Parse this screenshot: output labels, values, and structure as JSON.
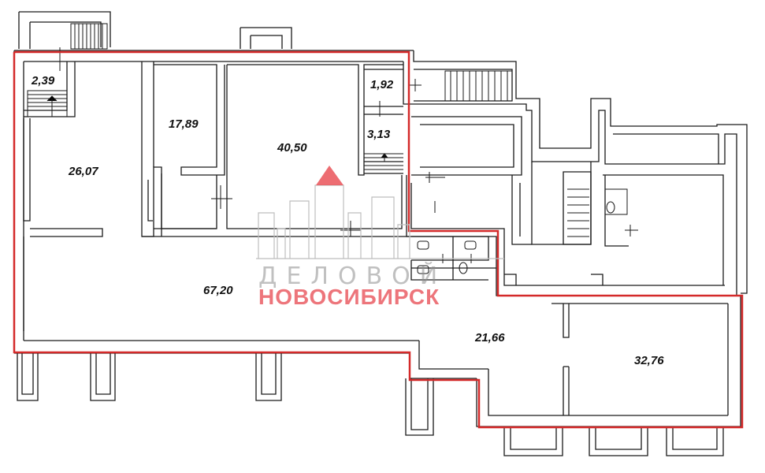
{
  "plan": {
    "rooms": [
      {
        "id": "r1",
        "area": "2,39"
      },
      {
        "id": "r2",
        "area": "17,89"
      },
      {
        "id": "r3",
        "area": "40,50"
      },
      {
        "id": "r4",
        "area": "1,92"
      },
      {
        "id": "r5",
        "area": "3,13"
      },
      {
        "id": "r6",
        "area": "26,07"
      },
      {
        "id": "r7",
        "area": "67,20"
      },
      {
        "id": "r8",
        "area": "21,66"
      },
      {
        "id": "r9",
        "area": "32,76"
      }
    ],
    "outline_color": "#d42a2a",
    "wall_color": "#1a1a1a"
  },
  "watermark": {
    "line1": "ДЕЛОВОЙ",
    "line2": "НОВОСИБИРСК",
    "accent_color": "#e8484f",
    "gray_color": "#8e8e8e"
  }
}
